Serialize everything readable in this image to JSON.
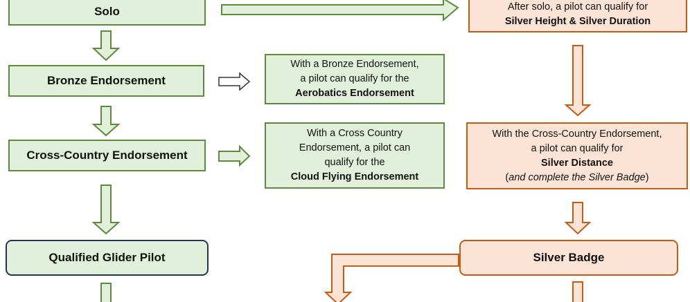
{
  "left_column": {
    "solo": "Solo",
    "bronze": "Bronze Endorsement",
    "cross_country": "Cross-Country Endorsement",
    "qualified": "Qualified Glider Pilot"
  },
  "middle_column": {
    "aerobatics": {
      "line1": "With a Bronze Endorsement,",
      "line2": "a  pilot can qualify for the",
      "line3": "Aerobatics Endorsement"
    },
    "cloud": {
      "line1": "With a Cross Country",
      "line2": "Endorsement, a  pilot can",
      "line3": "qualify for the",
      "line4": "Cloud Flying Endorsement"
    }
  },
  "right_column": {
    "silver_height": {
      "line1": "After solo, a pilot can qualify  for",
      "line2": "Silver Height & Silver Duration"
    },
    "silver_distance": {
      "line1": "With the Cross-Country  Endorsement,",
      "line2": "a pilot can  qualify for",
      "line3": "Silver Distance",
      "line4_open": "(",
      "line4_italic": "and complete the Silver Badge",
      "line4_close": ")"
    },
    "silver_badge": "Silver Badge"
  },
  "colors": {
    "green_fill": "#e2efda",
    "green_stroke": "#5a8a3c",
    "orange_fill": "#fbe4d5",
    "orange_stroke": "#c55a11",
    "navy_stroke": "#1f3458"
  }
}
